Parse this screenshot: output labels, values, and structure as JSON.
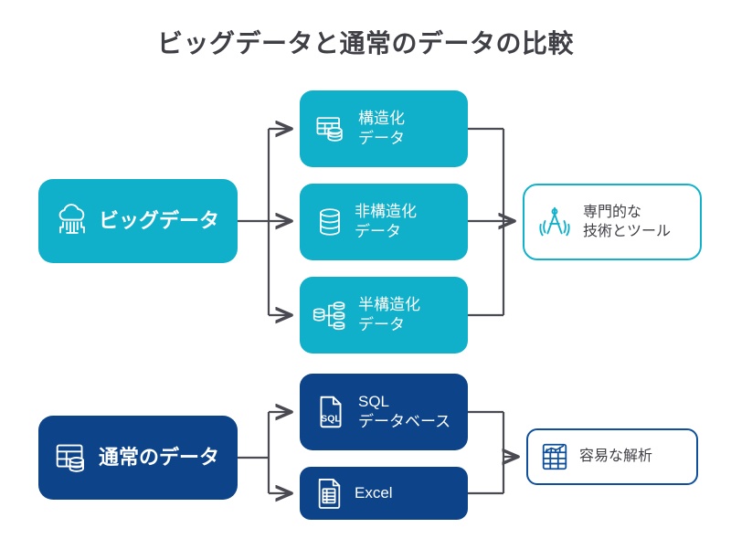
{
  "title": "ビッグデータと通常のデータの比較",
  "colors": {
    "teal": "#10b0ca",
    "teal_border": "#12b1cb",
    "navy": "#0c4389",
    "navy_border": "#0f4f9b",
    "connector": "#4a4a52",
    "title_text": "#3f3f46",
    "background": "#ffffff"
  },
  "branches": {
    "big_data": {
      "source": {
        "label": "ビッグデータ",
        "icon": "cloud-data-icon",
        "style": "filled-teal"
      },
      "items": [
        {
          "label": "構造化\nデータ",
          "icon": "structured-data-icon",
          "style": "filled-teal"
        },
        {
          "label": "非構造化\nデータ",
          "icon": "unstructured-data-icon",
          "style": "filled-teal"
        },
        {
          "label": "半構造化\nデータ",
          "icon": "semi-structured-data-icon",
          "style": "filled-teal"
        }
      ],
      "result": {
        "label": "専門的な\n技術とツール",
        "icon": "compass-tools-icon",
        "style": "outline-teal"
      }
    },
    "normal_data": {
      "source": {
        "label": "通常のデータ",
        "icon": "table-database-icon",
        "style": "filled-navy"
      },
      "items": [
        {
          "label": "SQL\nデータベース",
          "icon": "sql-file-icon",
          "style": "filled-navy"
        },
        {
          "label": "Excel",
          "icon": "excel-file-icon",
          "style": "filled-navy"
        }
      ],
      "result": {
        "label": "容易な解析",
        "icon": "spreadsheet-chart-icon",
        "style": "outline-navy"
      }
    }
  }
}
